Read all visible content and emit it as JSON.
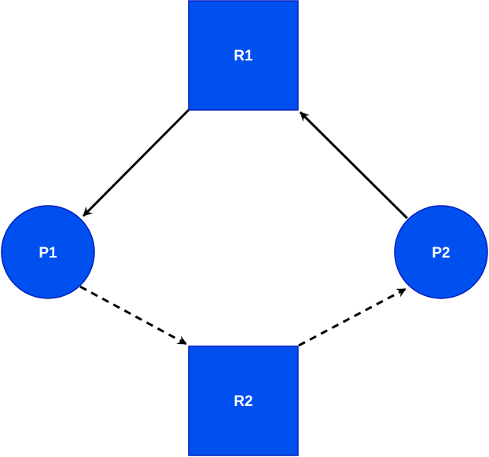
{
  "nodes": {
    "r1": {
      "label": "R1",
      "kind": "resource"
    },
    "r2": {
      "label": "R2",
      "kind": "resource"
    },
    "p1": {
      "label": "P1",
      "kind": "process"
    },
    "p2": {
      "label": "P2",
      "kind": "process"
    }
  },
  "edges": [
    {
      "from": "R1",
      "to": "P1",
      "style": "solid"
    },
    {
      "from": "P2",
      "to": "R1",
      "style": "solid"
    },
    {
      "from": "P1",
      "to": "R2",
      "style": "dashed"
    },
    {
      "from": "R2",
      "to": "P2",
      "style": "dashed"
    }
  ],
  "colors": {
    "node_fill": "#0050ef",
    "node_stroke": "#001dbc",
    "edge": "#000000",
    "background": "#ffffff"
  }
}
